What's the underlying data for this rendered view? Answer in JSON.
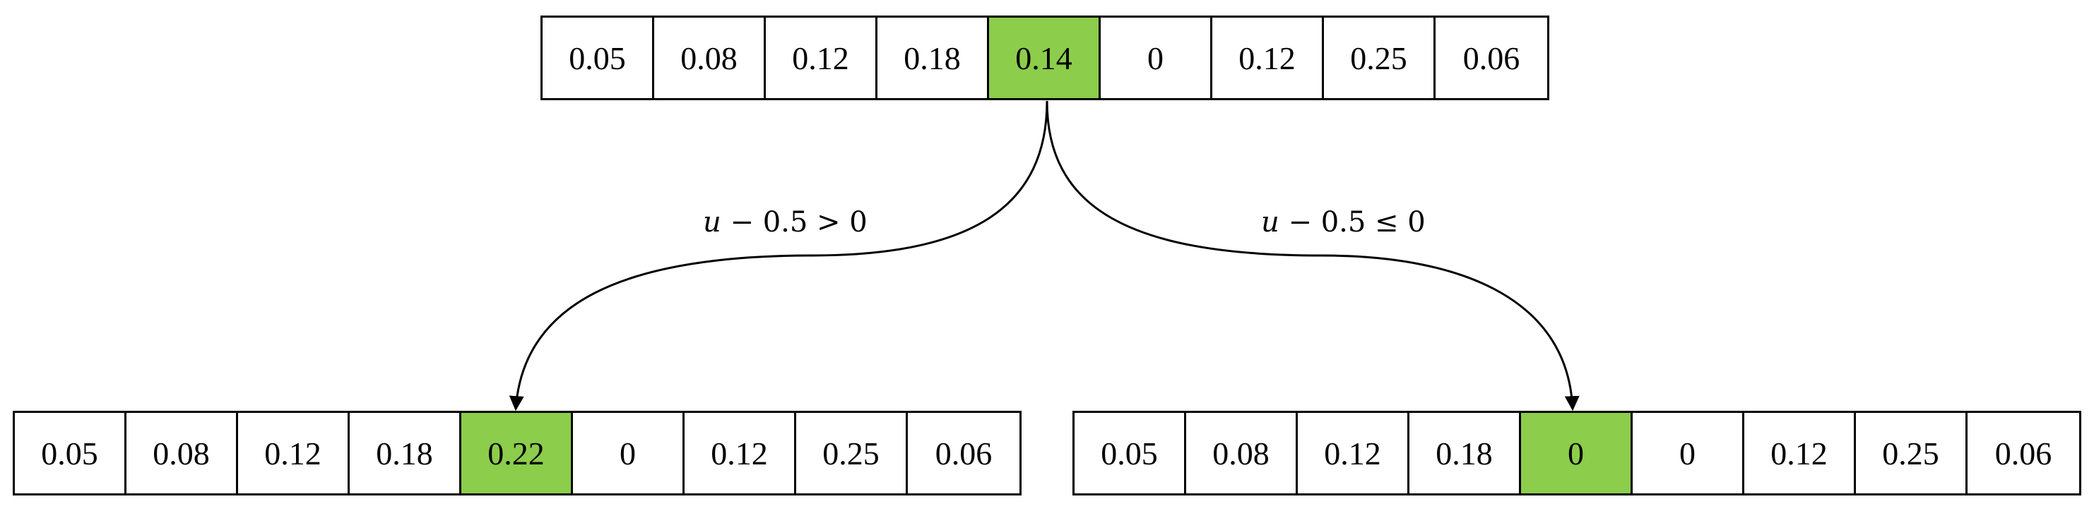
{
  "arrays": {
    "top": {
      "cells": [
        "0.05",
        "0.08",
        "0.12",
        "0.18",
        "0.14",
        "0",
        "0.12",
        "0.25",
        "0.06"
      ],
      "highlight_index": 4
    },
    "left": {
      "cells": [
        "0.05",
        "0.08",
        "0.12",
        "0.18",
        "0.22",
        "0",
        "0.12",
        "0.25",
        "0.06"
      ],
      "highlight_index": 4
    },
    "right": {
      "cells": [
        "0.05",
        "0.08",
        "0.12",
        "0.18",
        "0",
        "0",
        "0.12",
        "0.25",
        "0.06"
      ],
      "highlight_index": 4
    }
  },
  "branches": {
    "left": {
      "var": "u",
      "rest": " − 0.5 > 0"
    },
    "right": {
      "var": "u",
      "rest": " − 0.5 ≤ 0"
    }
  },
  "colors": {
    "highlight": "#8ccd4c",
    "stroke": "#000000"
  }
}
